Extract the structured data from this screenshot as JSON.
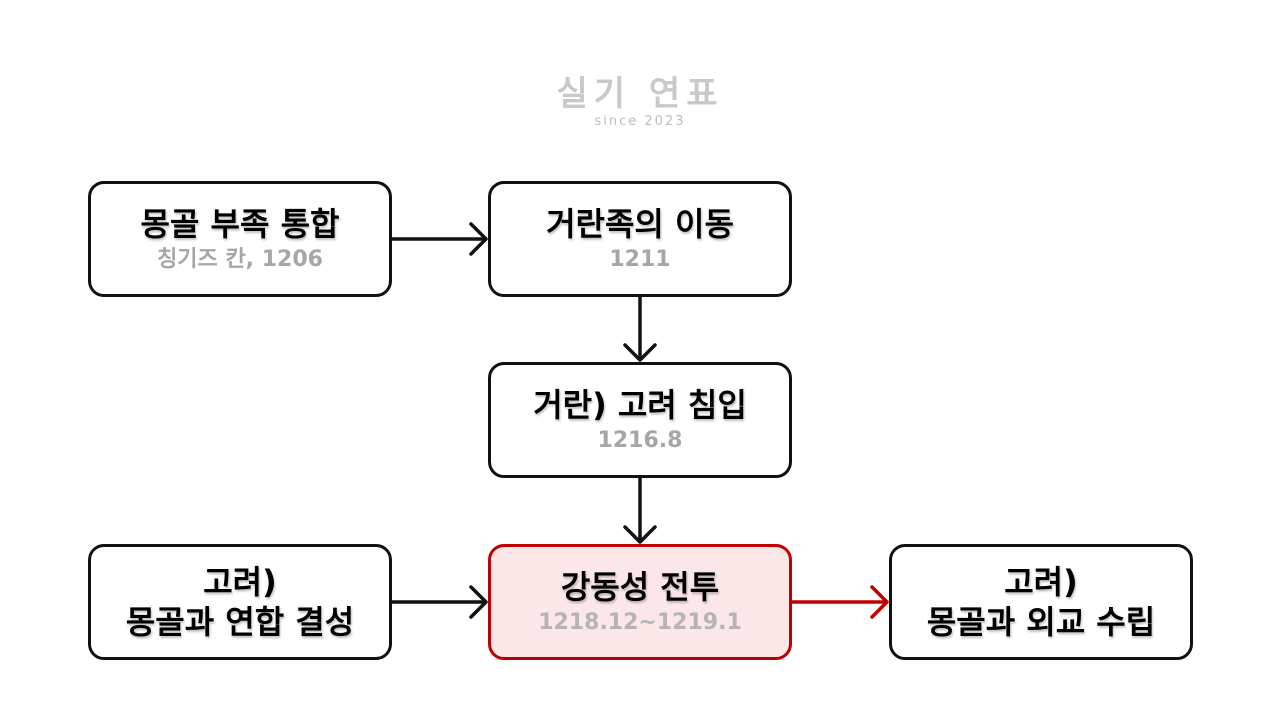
{
  "watermark": {
    "title": "실기 연표",
    "subtitle": "since 2023"
  },
  "nodes": [
    {
      "id": "mongol-unification",
      "title": "몽골 부족 통합",
      "subtitle": "칭기즈 칸, 1206",
      "highlight": false
    },
    {
      "id": "khitan-migration",
      "title": "거란족의 이동",
      "subtitle": "1211",
      "highlight": false
    },
    {
      "id": "khitan-invasion",
      "title": "거란) 고려 침입",
      "subtitle": "1216.8",
      "highlight": false
    },
    {
      "id": "goryeo-alliance",
      "title": "고려)\n몽골과 연합 결성",
      "subtitle": "",
      "highlight": false
    },
    {
      "id": "gangdong-battle",
      "title": "강동성 전투",
      "subtitle": "1218.12~1219.1",
      "highlight": true
    },
    {
      "id": "goryeo-diplomacy",
      "title": "고려)\n몽골과 외교 수립",
      "subtitle": "",
      "highlight": false
    }
  ],
  "edges": [
    {
      "from": "mongol-unification",
      "to": "khitan-migration",
      "color": "#111111"
    },
    {
      "from": "khitan-migration",
      "to": "khitan-invasion",
      "color": "#111111"
    },
    {
      "from": "khitan-invasion",
      "to": "gangdong-battle",
      "color": "#111111"
    },
    {
      "from": "goryeo-alliance",
      "to": "gangdong-battle",
      "color": "#111111"
    },
    {
      "from": "gangdong-battle",
      "to": "goryeo-diplomacy",
      "color": "#c00000"
    }
  ],
  "colors": {
    "node_border": "#111111",
    "highlight_border": "#c00000",
    "highlight_fill": "#fbe7e7",
    "subtitle_text": "#a6a6a6"
  }
}
